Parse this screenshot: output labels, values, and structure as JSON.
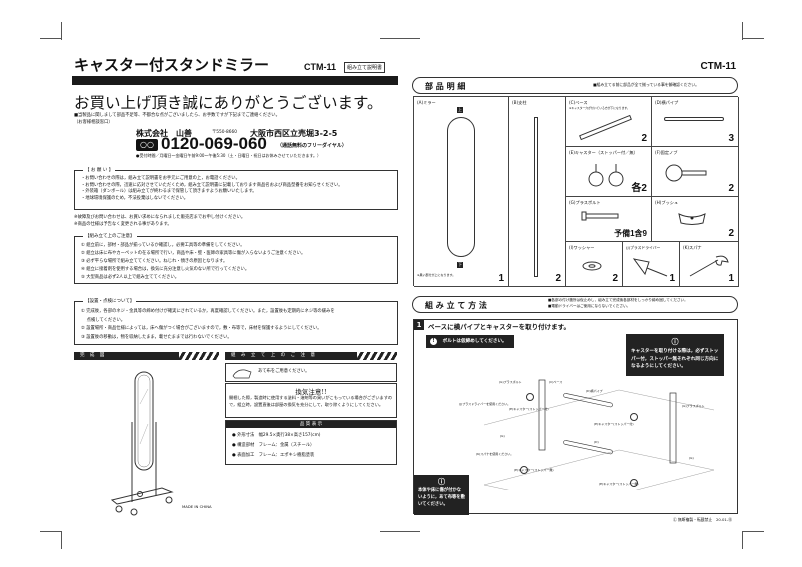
{
  "left": {
    "title": "キャスター付スタンドミラー",
    "model": "CTM-11",
    "doc_type": "組み立て説明書",
    "thanks": "お買い上げ頂き誠にありがとうございます。",
    "contact_note": "■当製品に関しまして部品不足等、不都合な点がございましたら、お手数ですが下記までご連絡ください。",
    "contact_label": "（お客様相談窓口）",
    "company": "株式会社　山善",
    "postal": "〒550-8660",
    "address": "大阪市西区立売堀3-2-5",
    "phone": "0120-069-060",
    "phone_note": "（通話無料のフリーダイヤル）",
    "hours": "●受付時間／月曜日〜金曜日午前9:00〜午後5:30（土・日曜日・祝日はお休みさせていただきます。）",
    "requests": {
      "title": "【 お 願 い 】",
      "items": [
        "・お問い合わせの際は，組み立て説明書をお手元にご用意の上，お電話ください。",
        "・お問い合わせの際，迅速に応対させていただくため，組み立て説明書に記載しております商品名および商品型番をお知らせください。",
        "・外装箱（ダンボール）は組み立てが終わるまで保管して頂きますようお願いいたします。",
        "・地球環境保護のため，不法投棄はしないでください。"
      ]
    },
    "notes": [
      "※故障及びお問い合わせは、お買い求めになられました販売店までお申し付けください。",
      "※商品の仕様は予告なく変更される事があります。"
    ],
    "assembly_cautions": {
      "title": "【組み立て上のご注意】",
      "items": [
        "① 組立前に，部材・部品が揃っているか確認し，必要工具等の準備をしてください。",
        "② 組立は床に布やカーペットの在る場所で行い，商品や床・壁・医師の家具等に傷が入らないようご注意ください。",
        "③ 必ず平らな場所で組み立ててください。ねじれ・傾きの原因となります。",
        "④ 組立に接着剤を使用する場合は，換気に充分注意し火気のない所で行ってください。",
        "⑤ 大型商品は必ず2人以上で組み立ててください。"
      ]
    },
    "installation": {
      "title": "【設置・点検について】",
      "items": [
        "① 完成後，各部のネジ・金具等の締め付けが確実にされているか，再度確認してください。また，設置後も定期的にネジ等の緩みを",
        "　 点検してください。",
        "② 設置場所・商品仕様によっては，床へ傷がつく場合がございますので，敷・布等で，床材を保護するようにしてください。",
        "③ 設置後の移動は，物を収納したまま，載せたままでは行わないでください。"
      ]
    },
    "completed_header": "完 成 図",
    "made_in": "MADE IN CHINA",
    "caution_header": "組 み 立 て 上 の ご 注 意",
    "cloth_note": "あて布をご用意ください。",
    "vent_title": "換気注意!!",
    "vent_text": "開梱した際，製造時に使用する塗料・溶剤等の臭いがこもっている場合がございますので，組立時，設置直後は部屋の換気を充分にして，取り除くようにしてください。",
    "quality_header": "品 質 表 示",
    "quality": [
      {
        "label": "外形寸法",
        "value": "幅29.5×奥行38×高さ157(cm)"
      },
      {
        "label": "構造部材",
        "value": "フレーム：金属（スチール）"
      },
      {
        "label": "表面加工",
        "value": "フレーム：エポキシ樹脂塗装"
      }
    ]
  },
  "right": {
    "model": "CTM-11",
    "parts_title": "部 品 明 細",
    "parts_note": "■組み立てる前に部品が全て揃っている事を御確認ください。",
    "parts": [
      {
        "name": "(A)ミラー",
        "qty": "1",
        "note": "※黒い部分が上になります。",
        "top": "上",
        "bottom": "下"
      },
      {
        "name": "(B)支柱",
        "qty": "2"
      },
      {
        "name": "(C)ベース",
        "qty": "2",
        "note": "※キャスター穴が付いている方が下になります。",
        "top": "上",
        "bottom": "下"
      },
      {
        "name": "(D)横パイプ",
        "qty": "3"
      },
      {
        "name": "(E)キャスター（ストッパー付／無）",
        "qty": "各2"
      },
      {
        "name": "(F)固定ノブ",
        "qty": "2"
      },
      {
        "name": "(G)プラスボルト",
        "qty": "予備1含9"
      },
      {
        "name": "(H)ブッシュ",
        "qty": "2"
      },
      {
        "name": "(I)ワッシャー",
        "qty": "2"
      },
      {
        "name": "(J)プラスドライバー",
        "qty": "1"
      },
      {
        "name": "(K)スパナ",
        "qty": "1"
      }
    ],
    "method_title": "組 み 立 て 方 法",
    "method_notes": [
      "■各部の付け箇所は仮止めし，組み立て完成後各部材をしっかり締め固してください。",
      "■電動ドライバーはご使用にならないでください。"
    ],
    "step_number": "1",
    "step_title": "ベースに横パイプとキャスターを取り付けます。",
    "bolt_warning": "ボルトは仮締めしてください。",
    "caster_warning": "キャスターを取り付ける際は，必ずストッパー付，ストッパー無それぞれ同じ方向になるようにしてください。",
    "floor_warning": "本体や床に傷が付かないように，あて布等を敷いてください。",
    "diagram_labels": [
      "(G)プラスボルト",
      "(C)ベース",
      "(D)横パイプ",
      "(J)プラスドライバーを使用ください。",
      "(E)キャスター(ストッパー付)",
      "(E)キャスター(ストッパー付)",
      "(G)プラスボルト",
      "(D)",
      "(G)",
      "(K)スパナを使用ください。",
      "(E)キャスター(ストッパー無)",
      "(E)キャスター(ストッパー無)",
      "(G)",
      "(C)"
    ],
    "footer": "Ⓒ 無断複製・転載禁止　20.01-⑮"
  }
}
